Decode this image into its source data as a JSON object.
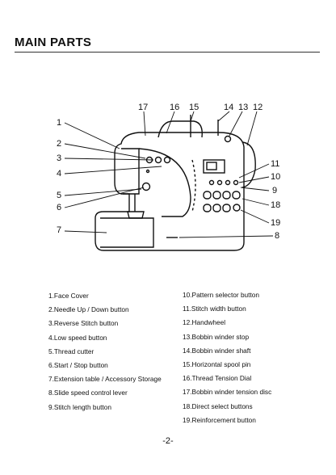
{
  "header": {
    "title": "MAIN PARTS"
  },
  "callouts": [
    "1",
    "2",
    "3",
    "4",
    "5",
    "6",
    "7",
    "8",
    "11",
    "10",
    "9",
    "18",
    "19",
    "17",
    "16",
    "15",
    "14",
    "13",
    "12"
  ],
  "parts_left": [
    "1.Face Cover",
    "2.Needle Up / Down button",
    "3.Reverse Stitch button",
    "4.Low speed button",
    "5.Thread cutter",
    "6.Start / Stop button",
    "7.Extension table / Accessory Storage",
    "8.Slide speed control lever",
    "9.Stitch length button"
  ],
  "parts_right": [
    "10.Pattern selector button",
    "11.Stitch width button",
    "12.Handwheel",
    "13.Bobbin winder stop",
    "14.Bobbin winder shaft",
    "15.Horizontal spool pin",
    "16.Thread Tension Dial",
    "17.Bobbin winder tension disc",
    "18.Direct select buttons",
    "19.Reinforcement button"
  ],
  "footer": {
    "page_number": "-2-"
  }
}
